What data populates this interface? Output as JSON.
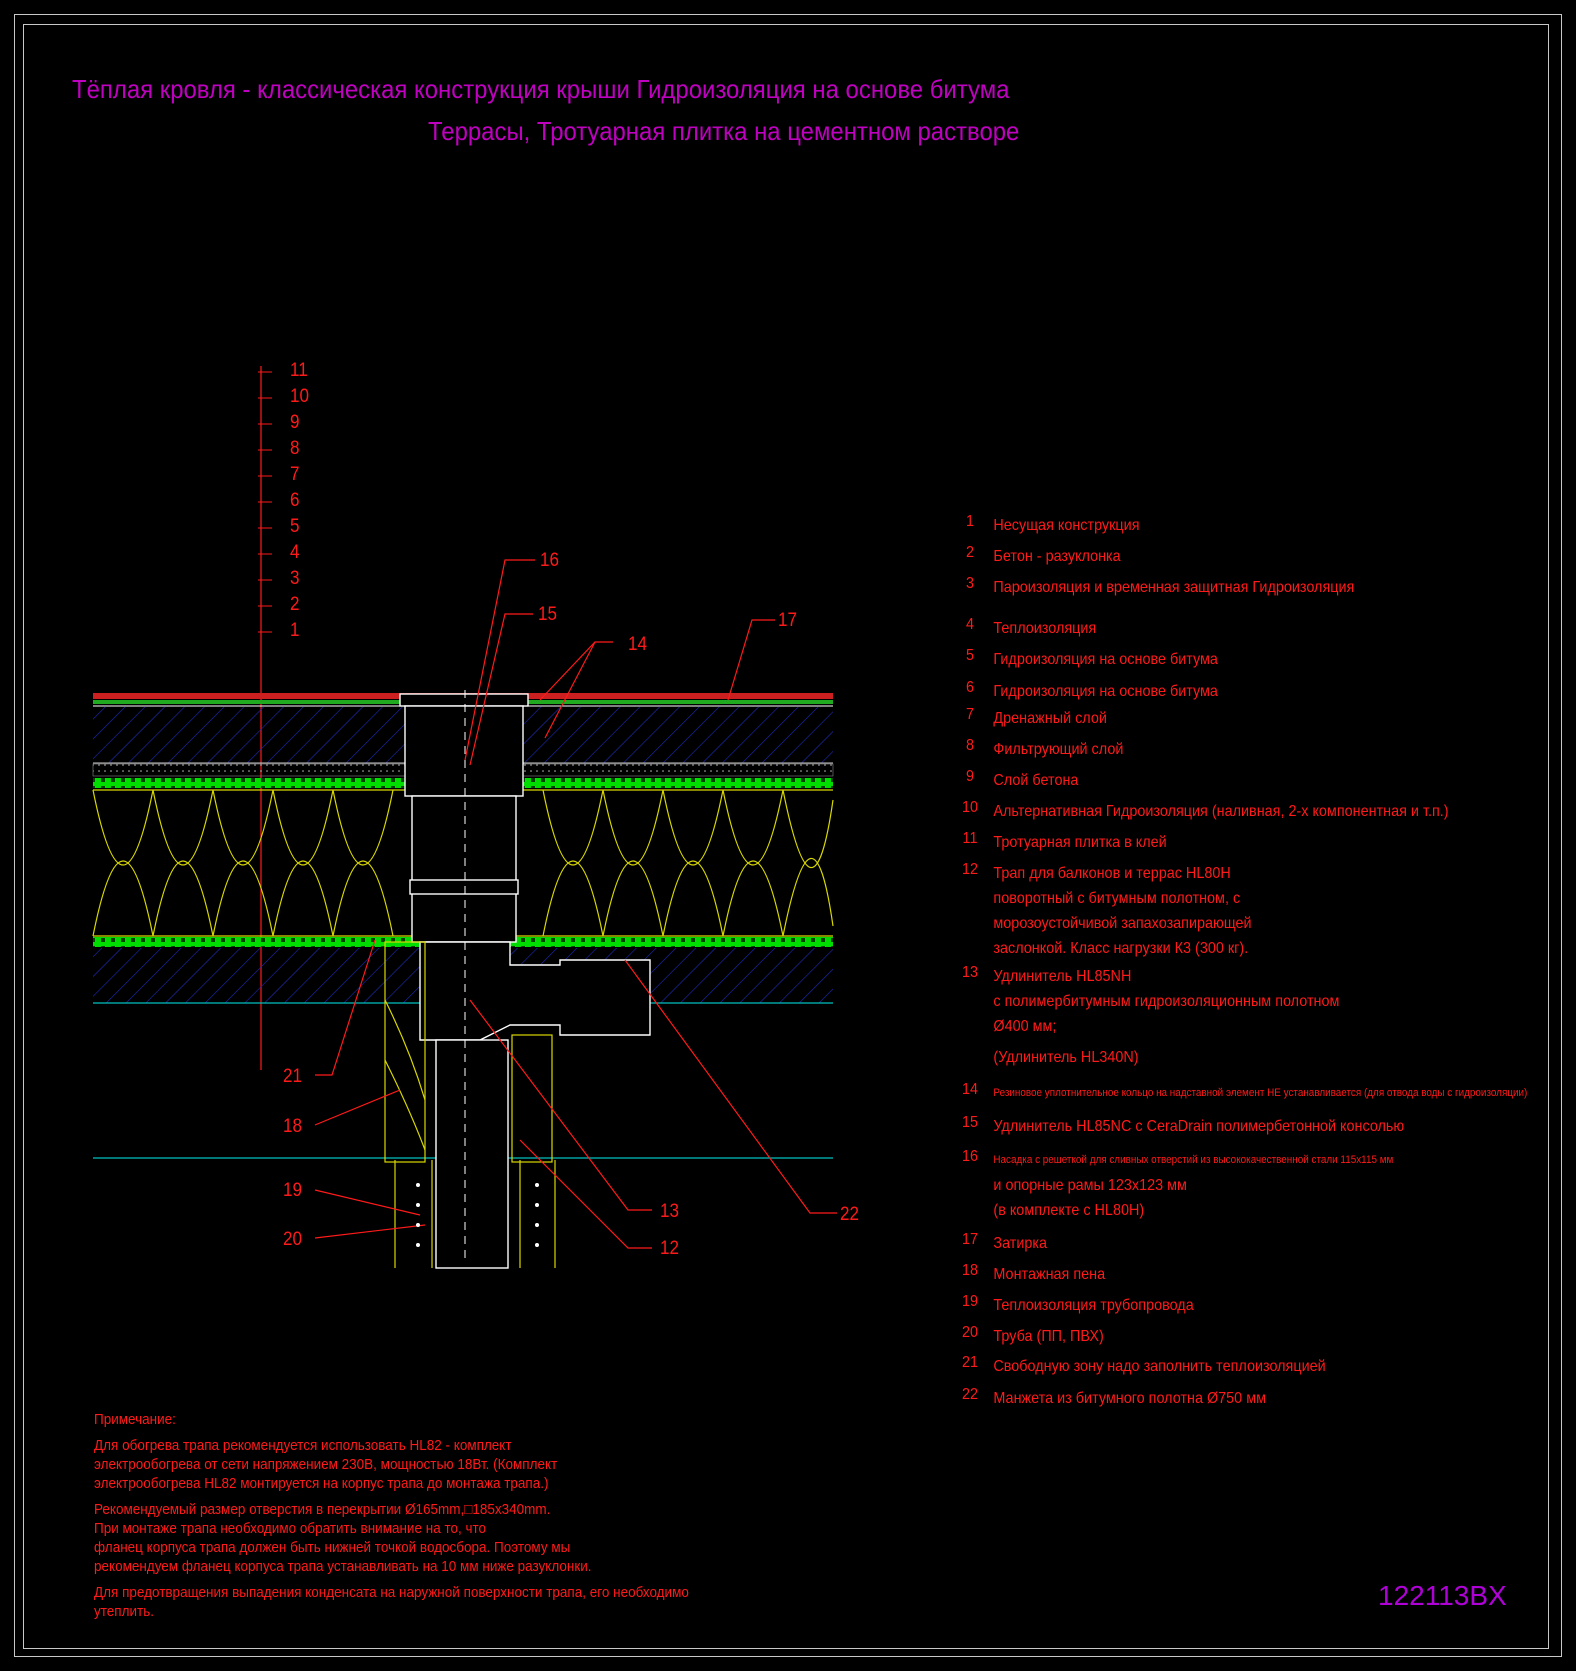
{
  "title": {
    "line1": "Тёплая кровля - классическая конструкция крыши Гидроизоляция на основе битума",
    "line2": "Террасы, Тротуарная плитка на цементном растворе"
  },
  "layer_stack": [
    "11",
    "10",
    "9",
    "8",
    "7",
    "6",
    "5",
    "4",
    "3",
    "2",
    "1"
  ],
  "callouts": {
    "c16": "16",
    "c15": "15",
    "c14": "14",
    "c17": "17",
    "c21": "21",
    "c18": "18",
    "c19": "19",
    "c20": "20",
    "c13": "13",
    "c12": "12",
    "c22": "22"
  },
  "legend": [
    {
      "num": "1",
      "lines": [
        "Несущая конструкция"
      ]
    },
    {
      "num": "2",
      "lines": [
        "Бетон - разуклонка"
      ]
    },
    {
      "num": "3",
      "lines": [
        "Пароизоляция и временная защитная Гидроизоляция"
      ]
    },
    {
      "num": "4",
      "lines": [
        "Теплоизоляция"
      ]
    },
    {
      "num": "5",
      "lines": [
        "Гидроизоляция на основе битума"
      ]
    },
    {
      "num": "6",
      "lines": [
        "Гидроизоляция на основе битума"
      ]
    },
    {
      "num": "7",
      "lines": [
        "Дренажный слой"
      ]
    },
    {
      "num": "8",
      "lines": [
        "Фильтрующий слой"
      ]
    },
    {
      "num": "9",
      "lines": [
        "Слой бетона"
      ]
    },
    {
      "num": "10",
      "lines": [
        "Альтернативная Гидроизоляция (наливная, 2-х компонентная и т.п.)"
      ]
    },
    {
      "num": "11",
      "lines": [
        "Тротуарная плитка в клей"
      ]
    },
    {
      "num": "12",
      "lines": [
        "Трап для балконов и террас HL80H",
        "поворотный  с битумным полотном, с",
        "морозоустойчивой запахозапирающей",
        "заслонкой. Класс нагрузки К3 (300 кг)."
      ]
    },
    {
      "num": "13",
      "lines": [
        "Удлинитель HL85NH",
        " с полимербитумным гидроизоляционным полотном",
        "Ø400 мм;",
        "(Удлинитель HL340N)"
      ]
    },
    {
      "num": "14",
      "lines": [
        "Резиновое уплотнительное кольцо на надставной элемент НЕ устанавливается (для отвода воды с гидроизоляции)"
      ]
    },
    {
      "num": "15",
      "lines": [
        "Удлинитель HL85NC с CeraDrain полимербетонной консолью"
      ]
    },
    {
      "num": "16",
      "lines": [
        "Насадка с решеткой для сливных отверстий из высококачественной стали 115x115 мм",
        "и опорные рамы 123x123 мм",
        "(в комплекте с HL80H)"
      ]
    },
    {
      "num": "17",
      "lines": [
        "Затирка"
      ]
    },
    {
      "num": "18",
      "lines": [
        "Монтажная пена"
      ]
    },
    {
      "num": "19",
      "lines": [
        "Теплоизоляция трубопровода"
      ]
    },
    {
      "num": "20",
      "lines": [
        "Труба (ПП, ПВХ)"
      ]
    },
    {
      "num": "21",
      "lines": [
        "Свободную зону надо заполнить теплоизоляцией"
      ]
    },
    {
      "num": "22",
      "lines": [
        "Манжета из битумного полотна Ø750 мм"
      ]
    }
  ],
  "note": {
    "heading": "Примечание:",
    "p1": [
      "Для обогрева трапа рекомендуется использовать HL82 - комплект",
      "электрообогрева от сети напряжением 230В, мощностью 18Вт. (Комплект",
      "электрообогрева HL82 монтируется на корпус трапа до монтажа трапа.)"
    ],
    "p2": [
      "Рекомендуемый размер отверстия в перекрытии Ø165mm,□185x340mm.",
      "При монтаже трапа необходимо обратить внимание на то, что",
      "фланец корпуса трапа должен быть нижней точкой водосбора. Поэтому мы",
      "рекомендуем фланец корпуса трапа устанавливать на 10 мм ниже разуклонки."
    ],
    "p3": [
      "Для предотвращения выпадения конденсата на наружной поверхности трапа, его необходимо утеплить."
    ]
  },
  "drawing_code": "122113BX",
  "colors": {
    "title": "#c000c0",
    "text": "#ff1a1a",
    "insulation": "#d8d800",
    "membrane": "#00ff00",
    "concrete_hatch": "#2030c0",
    "pipe": "#ffffff",
    "accent_line": "#00c0c0"
  }
}
